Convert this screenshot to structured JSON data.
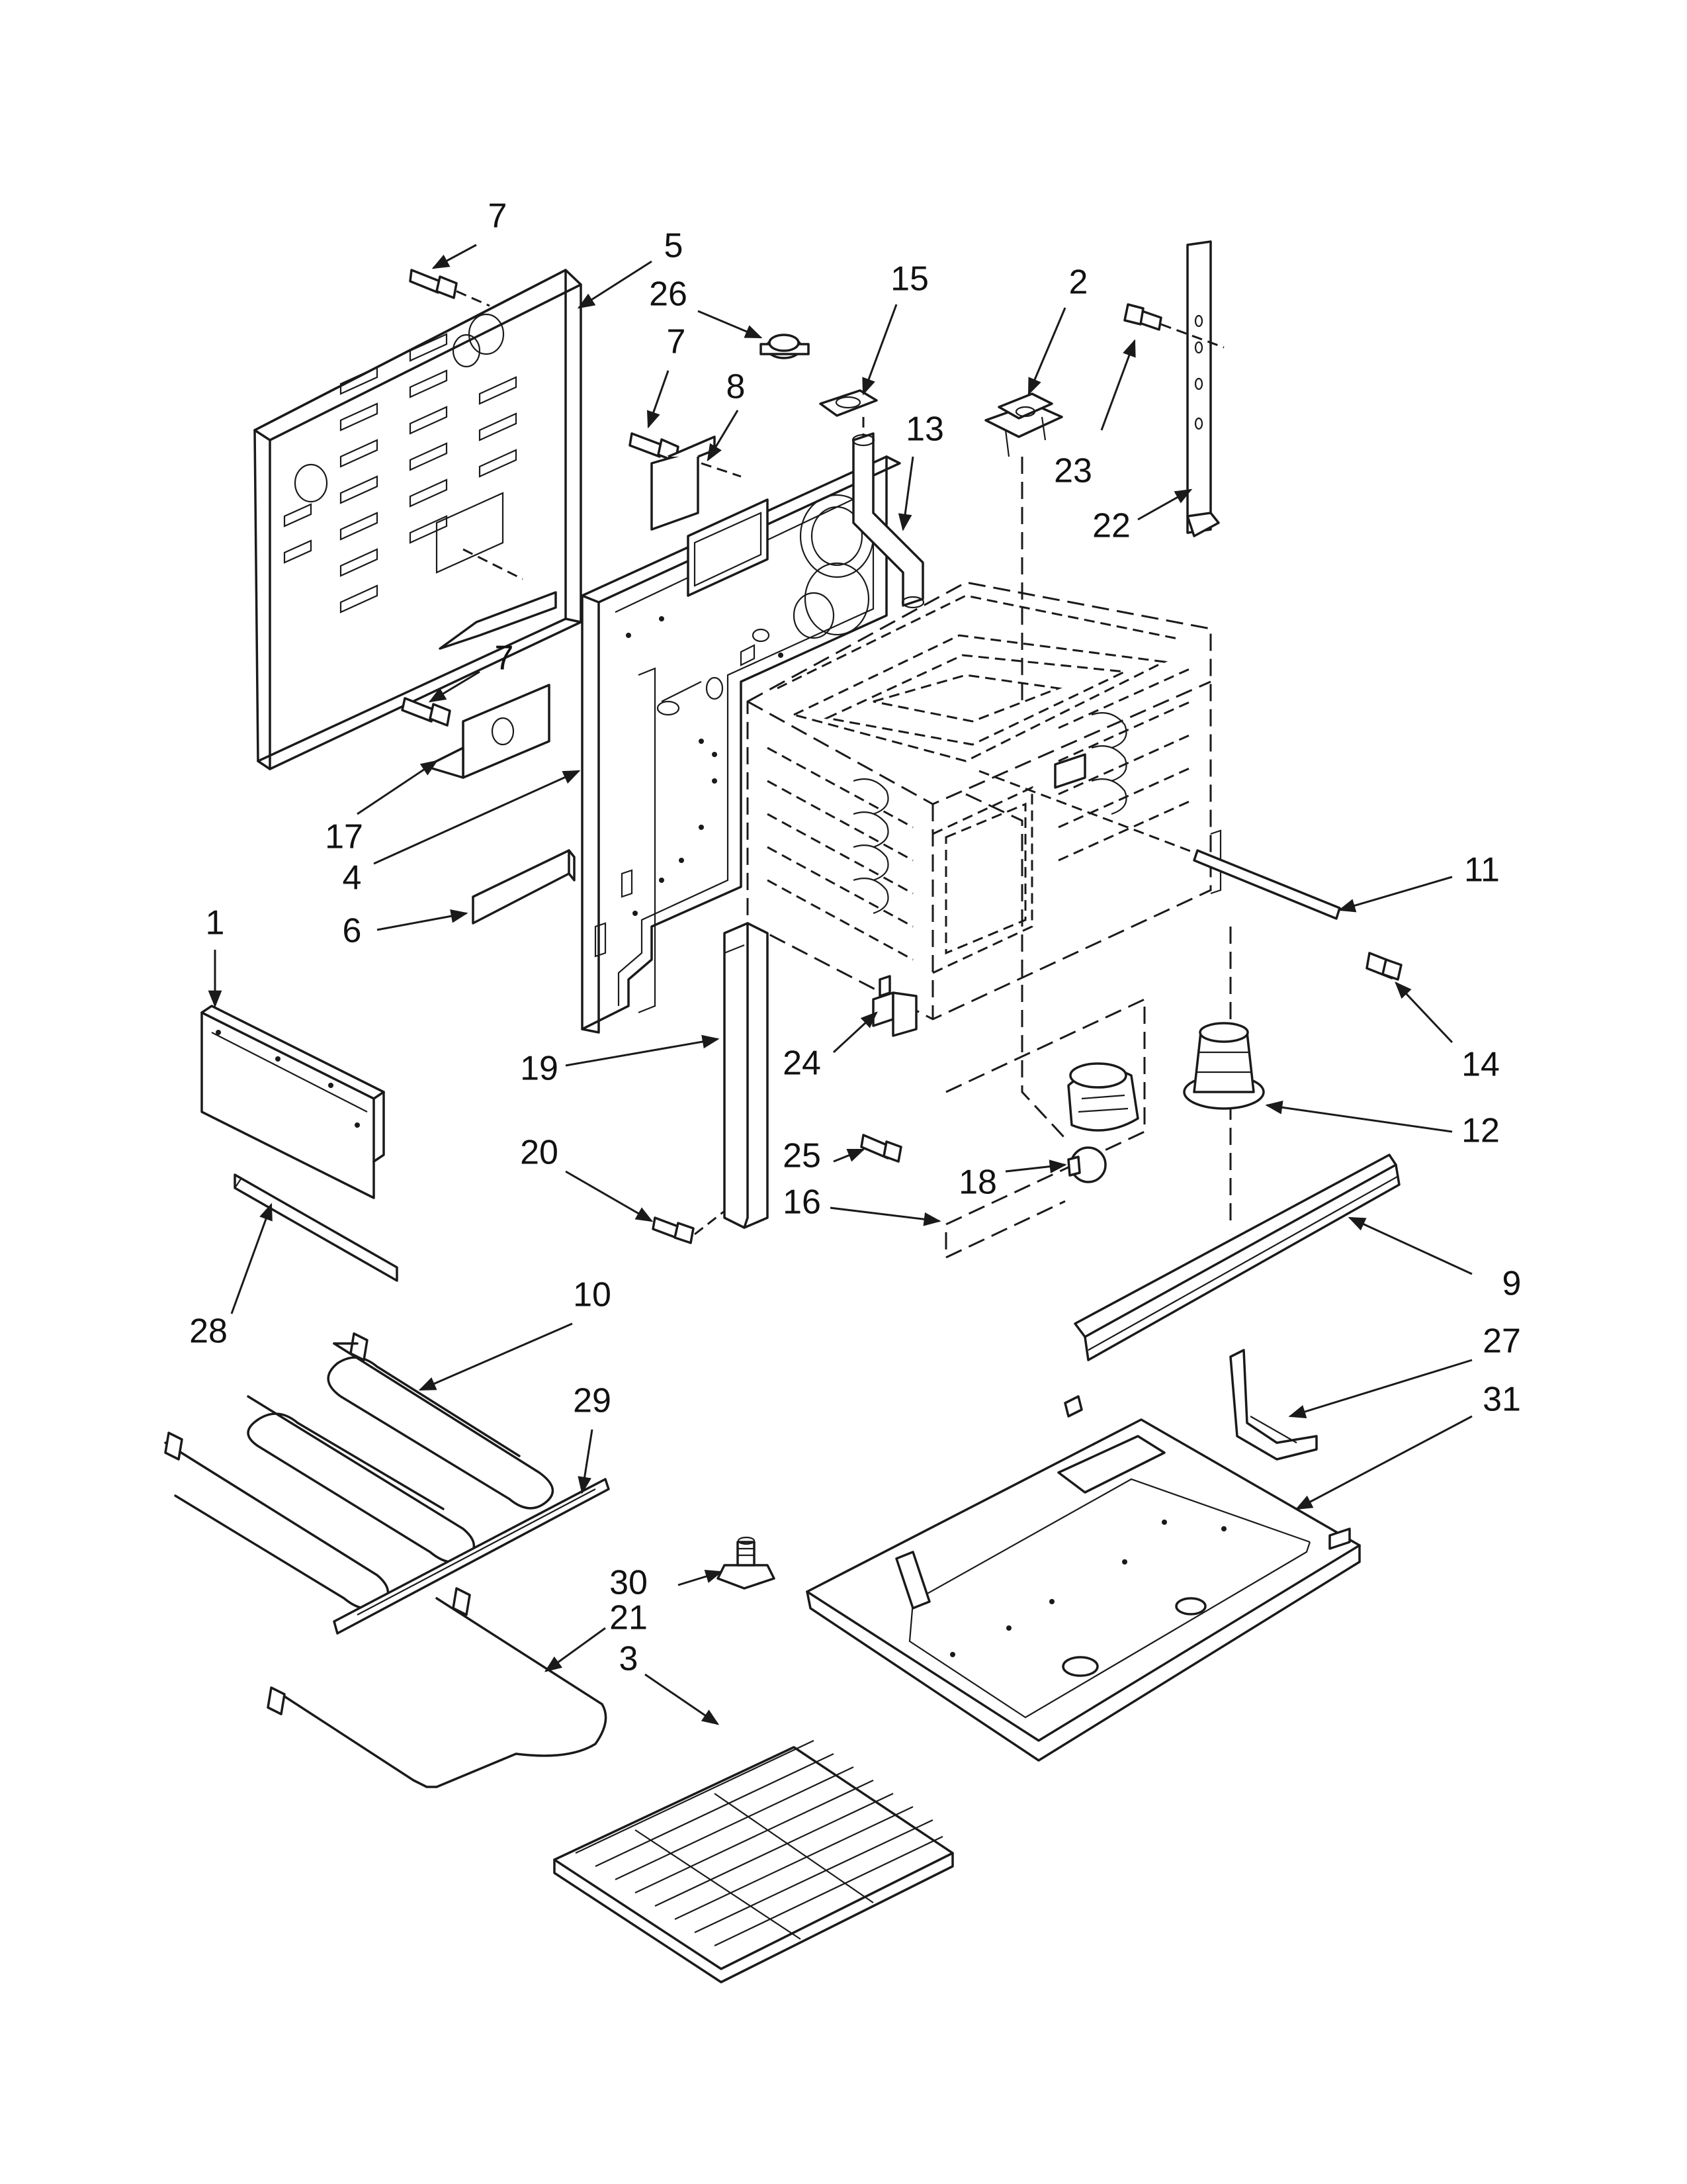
{
  "callouts": {
    "c1": "1",
    "c2": "2",
    "c3": "3",
    "c4": "4",
    "c5": "5",
    "c6": "6",
    "c7a": "7",
    "c7b": "7",
    "c7c": "7",
    "c8": "8",
    "c9": "9",
    "c10": "10",
    "c11": "11",
    "c12": "12",
    "c13": "13",
    "c14": "14",
    "c15": "15",
    "c16": "16",
    "c17": "17",
    "c18": "18",
    "c19": "19",
    "c20": "20",
    "c21": "21",
    "c22": "22",
    "c23": "23",
    "c24": "24",
    "c25": "25",
    "c26": "26",
    "c27": "27",
    "c28": "28",
    "c29": "29",
    "c30": "30",
    "c31": "31"
  },
  "colors": {
    "line": "#1a1a1a",
    "background": "#ffffff"
  }
}
